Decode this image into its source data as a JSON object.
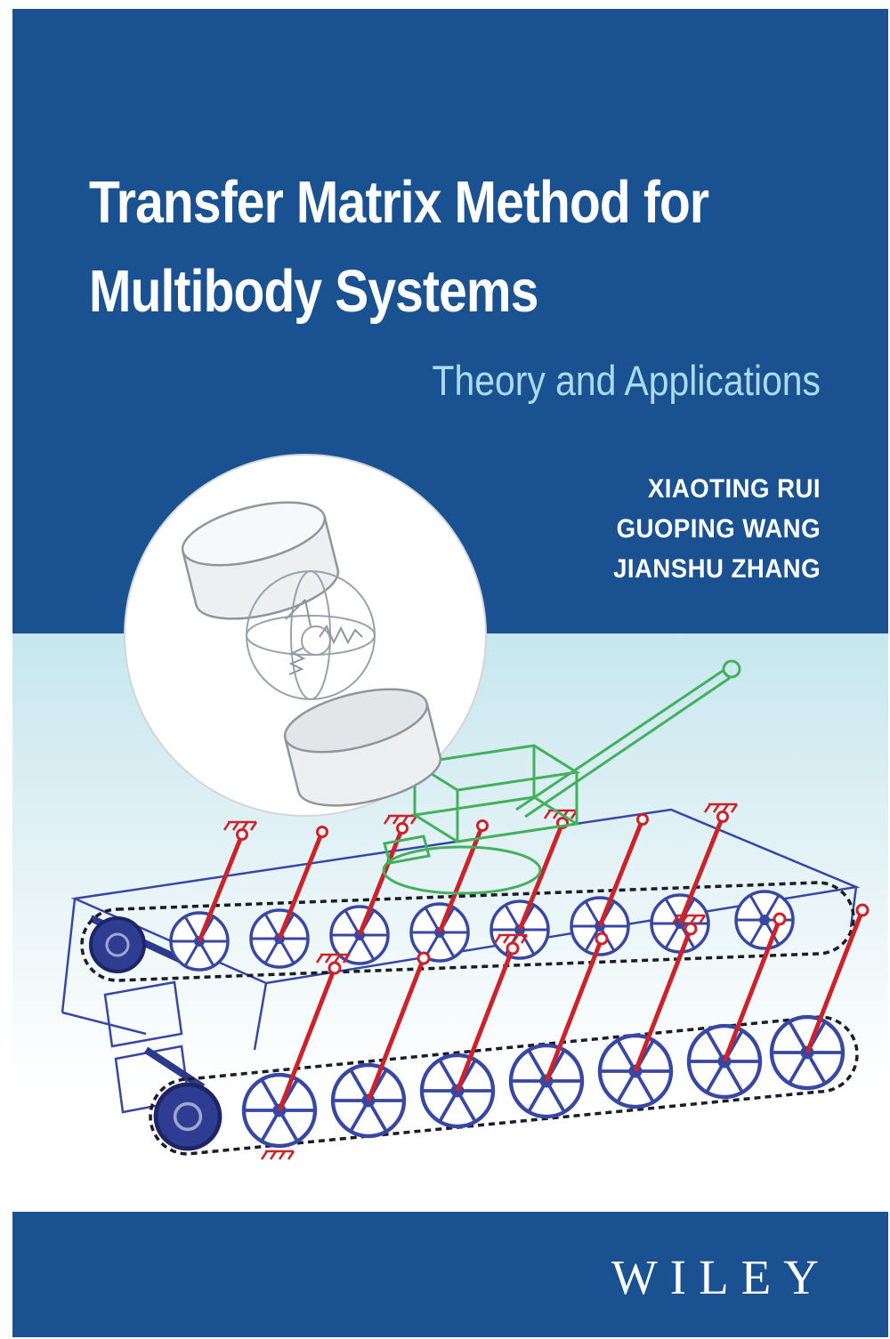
{
  "book": {
    "title_line1": "Transfer Matrix Method for",
    "title_line2": "Multibody Systems",
    "subtitle": "Theory and Applications",
    "authors": [
      "XIAOTING RUI",
      "GUOPING WANG",
      "JIANSHU ZHANG"
    ],
    "publisher": "WILEY"
  },
  "colors": {
    "cover_blue": "#1a5190",
    "subtitle_light_blue": "#a9dcf2",
    "gradient_teal_top": "#c6e7ee",
    "wireframe_blue": "#3847a3",
    "suspension_red": "#cc2229",
    "turret_green": "#43b05c",
    "track_dark": "#1c1c28"
  },
  "illustrations": {
    "joint_diagram": "spherical-joint-with-springs-between-two-cylinders",
    "vehicle_diagram": "tracked-vehicle-multibody-dynamics-wireframe"
  }
}
